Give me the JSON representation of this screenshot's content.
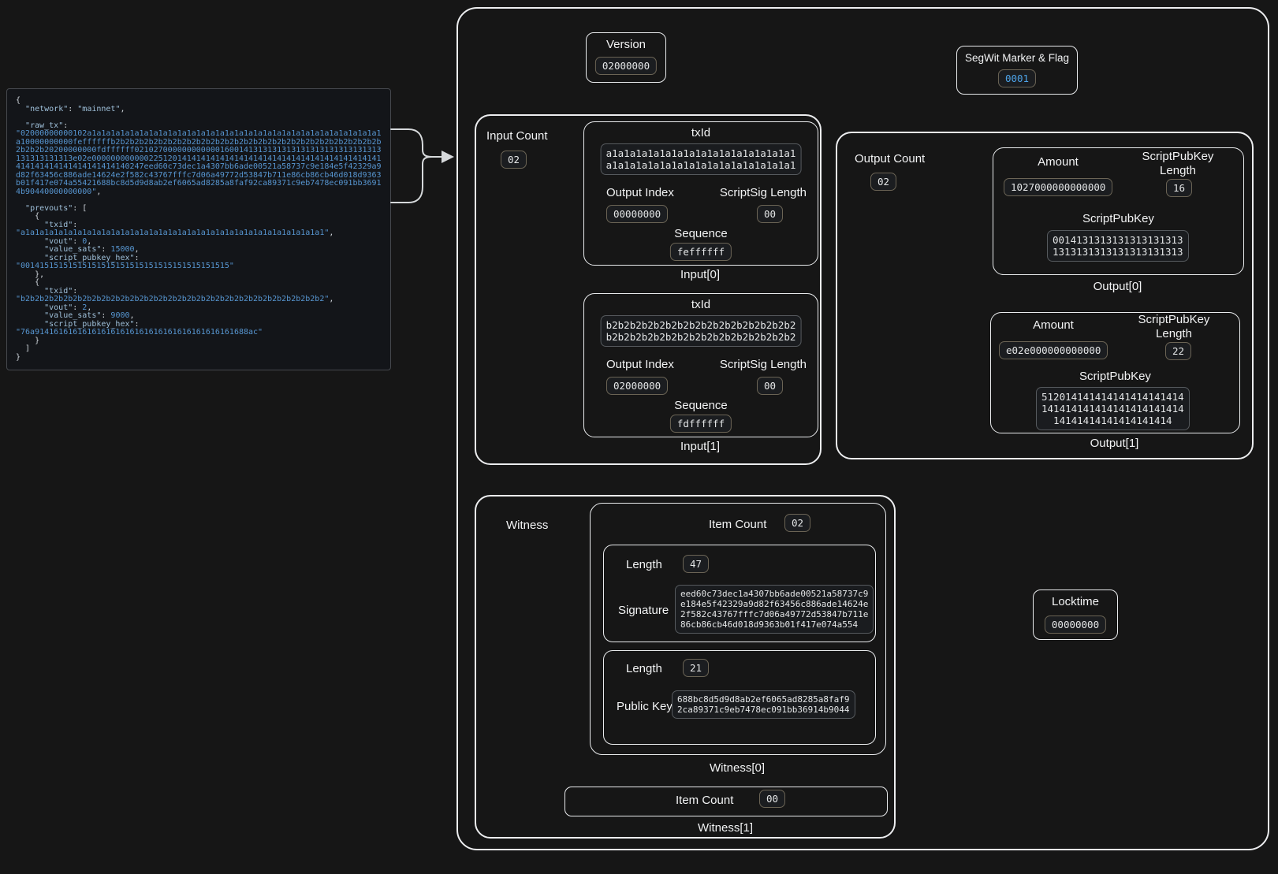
{
  "code_panel": {
    "tokens": [
      {
        "c": "p",
        "t": "{\n"
      },
      {
        "c": "k",
        "t": "  \"network\""
      },
      {
        "c": "p",
        "t": ": "
      },
      {
        "c": "k",
        "t": "\"mainnet\""
      },
      {
        "c": "p",
        "t": ",\n\n"
      },
      {
        "c": "k",
        "t": "  \"raw_tx\""
      },
      {
        "c": "p",
        "t": ":\n"
      },
      {
        "c": "v",
        "t": "\"02000000000102a1a1a1a1a1a1a1a1a1a1a1a1a1a1a1a1a1a1a1a1a1a1a1a1a1a1a1a1a1a1a1a10000000000feffffffb2b2b2b2b2b2b2b2b2b2b2b2b2b2b2b2b2b2b2b2b2b2b2b2b2b2b2b2b2b2b2b20200000000fdffffff0210270000000000001600141313131313131313131313131313131313131313e02e0000000000002251201414141414141414141414141414141414141414141414141414141414141414140247eed60c73dec1a4307bb6ade00521a58737c9e184e5f42329a9d82f63456c886ade14624e2f582c43767fffc7d06a49772d53847b711e86cb86cb46d018d9363b01f417e074a55421688bc8d5d9d8ab2ef6065ad8285a8faf92ca89371c9eb7478ec091bb36914b90440000000000\""
      },
      {
        "c": "p",
        "t": ",\n\n"
      },
      {
        "c": "k",
        "t": "  \"prevouts\""
      },
      {
        "c": "p",
        "t": ": [\n    {\n"
      },
      {
        "c": "k",
        "t": "      \"txid\""
      },
      {
        "c": "p",
        "t": ":\n"
      },
      {
        "c": "v",
        "t": "\"a1a1a1a1a1a1a1a1a1a1a1a1a1a1a1a1a1a1a1a1a1a1a1a1a1a1a1a1a1a1a1a1\""
      },
      {
        "c": "p",
        "t": ",\n"
      },
      {
        "c": "k",
        "t": "      \"vout\""
      },
      {
        "c": "p",
        "t": ": "
      },
      {
        "c": "v",
        "t": "0"
      },
      {
        "c": "p",
        "t": ",\n"
      },
      {
        "c": "k",
        "t": "      \"value_sats\""
      },
      {
        "c": "p",
        "t": ": "
      },
      {
        "c": "v",
        "t": "15000"
      },
      {
        "c": "p",
        "t": ",\n"
      },
      {
        "c": "k",
        "t": "      \"script_pubkey_hex\""
      },
      {
        "c": "p",
        "t": ":\n"
      },
      {
        "c": "v",
        "t": "\"00141515151515151515151515151515151515151515\""
      },
      {
        "c": "p",
        "t": "\n    },\n    {\n"
      },
      {
        "c": "k",
        "t": "      \"txid\""
      },
      {
        "c": "p",
        "t": ":\n"
      },
      {
        "c": "v",
        "t": "\"b2b2b2b2b2b2b2b2b2b2b2b2b2b2b2b2b2b2b2b2b2b2b2b2b2b2b2b2b2b2b2b2\""
      },
      {
        "c": "p",
        "t": ",\n"
      },
      {
        "c": "k",
        "t": "      \"vout\""
      },
      {
        "c": "p",
        "t": ": "
      },
      {
        "c": "v",
        "t": "2"
      },
      {
        "c": "p",
        "t": ",\n"
      },
      {
        "c": "k",
        "t": "      \"value_sats\""
      },
      {
        "c": "p",
        "t": ": "
      },
      {
        "c": "v",
        "t": "9000"
      },
      {
        "c": "p",
        "t": ",\n"
      },
      {
        "c": "k",
        "t": "      \"script_pubkey_hex\""
      },
      {
        "c": "p",
        "t": ":\n"
      },
      {
        "c": "v",
        "t": "\"76a914161616161616161616161616161616161616161688ac\""
      },
      {
        "c": "p",
        "t": "\n    }\n  ]\n}"
      }
    ]
  },
  "diagram": {
    "version": {
      "label": "Version",
      "value": "02000000"
    },
    "segwit": {
      "label": "SegWit Marker & Flag",
      "value": "0001"
    },
    "input_count": {
      "label": "Input Count",
      "value": "02"
    },
    "inputs": [
      {
        "caption": "Input[0]",
        "txid_label": "txId",
        "txid": "a1a1a1a1a1a1a1a1a1a1a1a1a1a1a1a1\na1a1a1a1a1a1a1a1a1a1a1a1a1a1a1a1",
        "output_index_label": "Output Index",
        "output_index": "00000000",
        "scriptsig_length_label": "ScriptSig Length",
        "scriptsig_length": "00",
        "sequence_label": "Sequence",
        "sequence": "feffffff"
      },
      {
        "caption": "Input[1]",
        "txid_label": "txId",
        "txid": "b2b2b2b2b2b2b2b2b2b2b2b2b2b2b2b2\nb2b2b2b2b2b2b2b2b2b2b2b2b2b2b2b2",
        "output_index_label": "Output Index",
        "output_index": "02000000",
        "scriptsig_length_label": "ScriptSig Length",
        "scriptsig_length": "00",
        "sequence_label": "Sequence",
        "sequence": "fdffffff"
      }
    ],
    "output_count": {
      "label": "Output Count",
      "value": "02"
    },
    "outputs": [
      {
        "caption": "Output[0]",
        "amount_label": "Amount",
        "amount": "1027000000000000",
        "spk_len_label": "ScriptPubKey\nLength",
        "spk_len": "16",
        "spk_label": "ScriptPubKey",
        "spk": "0014131313131313131313\n1313131313131313131313"
      },
      {
        "caption": "Output[1]",
        "amount_label": "Amount",
        "amount": "e02e000000000000",
        "spk_len_label": "ScriptPubKey\nLength",
        "spk_len": "22",
        "spk_label": "ScriptPubKey",
        "spk": "512014141414141414141414\n141414141414141414141414\n14141414141414141414"
      }
    ],
    "witness": {
      "label": "Witness",
      "w0": {
        "item_count_label": "Item Count",
        "item_count": "02",
        "sig_length_label": "Length",
        "sig_length": "47",
        "sig_label": "Signature",
        "sig": "eed60c73dec1a4307bb6ade00521a58737c9\ne184e5f42329a9d82f63456c886ade14624e\n2f582c43767fffc7d06a49772d53847b711e\n86cb86cb46d018d9363b01f417e074a554",
        "pk_length_label": "Length",
        "pk_length": "21",
        "pk_label": "Public Key",
        "pk": "688bc8d5d9d8ab2ef6065ad8285a8faf9\n2ca89371c9eb7478ec091bb36914b9044",
        "caption": "Witness[0]"
      },
      "w1": {
        "item_count_label": "Item Count",
        "item_count": "00",
        "caption": "Witness[1]"
      }
    },
    "locktime": {
      "label": "Locktime",
      "value": "00000000"
    },
    "colors": {
      "accent_blue": "#4da3e8",
      "hex_blue": "#5796d1",
      "key_blue": "#9fc0da"
    }
  }
}
